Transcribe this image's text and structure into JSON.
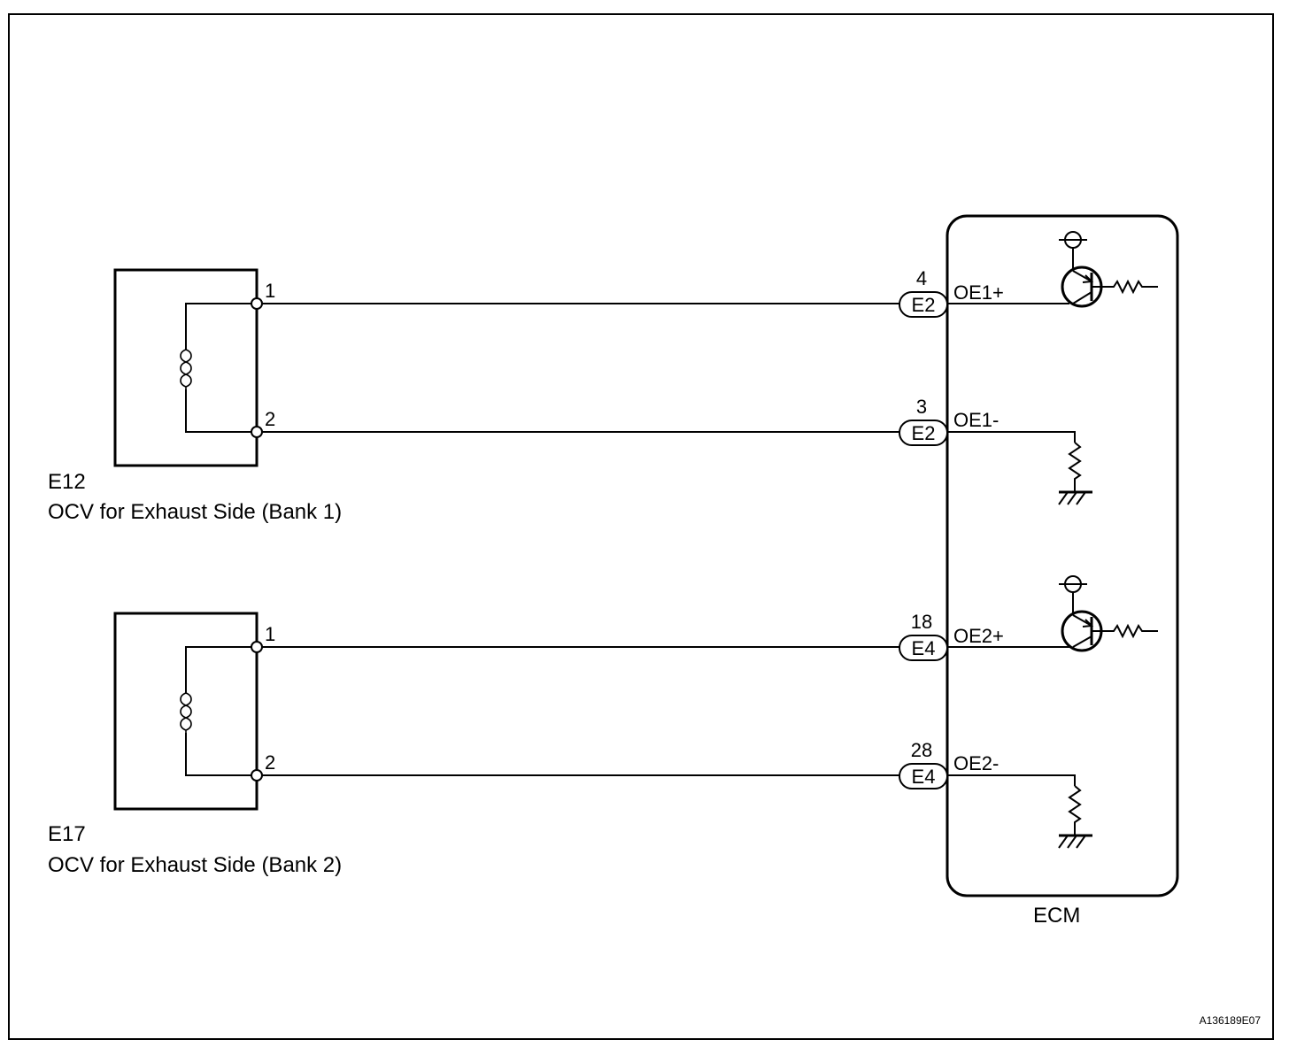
{
  "devices": [
    {
      "id": "E12",
      "name": "OCV for Exhaust Side (Bank 1)",
      "pins": [
        "1",
        "2"
      ]
    },
    {
      "id": "E17",
      "name": "OCV for Exhaust Side (Bank 2)",
      "pins": [
        "1",
        "2"
      ]
    }
  ],
  "ecm": {
    "label": "ECM",
    "terminals": [
      {
        "pin": "4",
        "connector": "E2",
        "signal": "OE1+"
      },
      {
        "pin": "3",
        "connector": "E2",
        "signal": "OE1-"
      },
      {
        "pin": "18",
        "connector": "E4",
        "signal": "OE2+"
      },
      {
        "pin": "28",
        "connector": "E4",
        "signal": "OE2-"
      }
    ]
  },
  "figure_code": "A136189E07"
}
